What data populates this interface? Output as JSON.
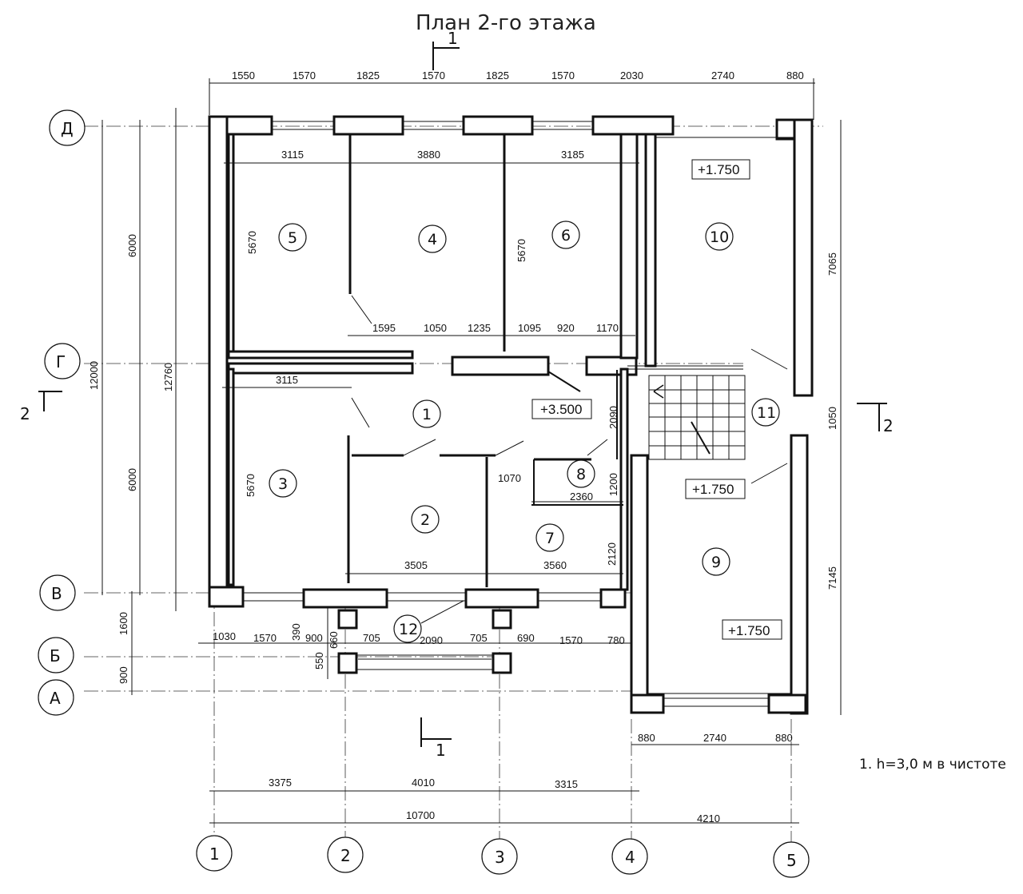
{
  "title": "План 2-го этажа",
  "note": "1. h=3,0 м в чистоте",
  "sections": {
    "s1": "1",
    "s2": "2"
  },
  "axes": {
    "horizontal": [
      "Д",
      "Г",
      "В",
      "Б",
      "А"
    ],
    "vertical": [
      "1",
      "2",
      "3",
      "4",
      "5"
    ]
  },
  "rooms": [
    "1",
    "2",
    "3",
    "4",
    "5",
    "6",
    "7",
    "8",
    "9",
    "10",
    "11",
    "12"
  ],
  "levels": {
    "main": "+3.500",
    "r10": "+1.750",
    "r11": "+1.750",
    "r9": "+1.750"
  },
  "dims": {
    "top_chain": [
      "1550",
      "1570",
      "1825",
      "1570",
      "1825",
      "1570",
      "2030",
      "2740",
      "880"
    ],
    "row_upper": [
      "3115",
      "3880",
      "3185"
    ],
    "row_mid": [
      "1595",
      "1050",
      "1235",
      "1095",
      "920",
      "1170"
    ],
    "row_lower_left": "3115",
    "row_bottom": [
      "3505",
      "3560"
    ],
    "d1070": "1070",
    "d2360": "2360",
    "inner_v": [
      "5670",
      "5670",
      "5670"
    ],
    "right_inner_v": [
      "2090",
      "1200",
      "2120"
    ],
    "left_v": [
      "6000",
      "6000"
    ],
    "left_total": [
      "12000",
      "12760"
    ],
    "left_low": [
      "1600",
      "900"
    ],
    "right_v": [
      "7065",
      "1050",
      "7145"
    ],
    "porch": [
      "1030",
      "1570",
      "390",
      "900",
      "660",
      "705",
      "2090",
      "705",
      "690",
      "1570",
      "780"
    ],
    "porch_v": "550",
    "right_bottom": [
      "880",
      "2740",
      "880"
    ],
    "bottom1": [
      "3375",
      "4010",
      "3315"
    ],
    "bottom2": [
      "10700",
      "4210"
    ]
  }
}
